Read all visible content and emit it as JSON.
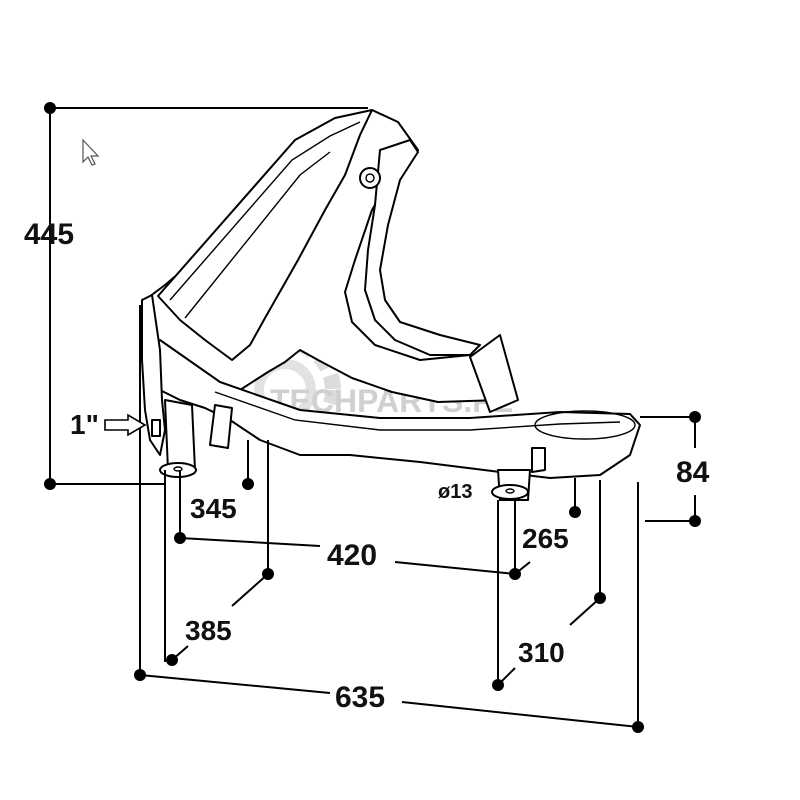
{
  "dimensions": {
    "height_445": "445",
    "inlet": "1\"",
    "d345": "345",
    "d420": "420",
    "d385": "385",
    "d265": "265",
    "d310": "310",
    "d635": "635",
    "d84": "84",
    "hole": "ø13"
  },
  "watermark": "TECHPARTS.PL",
  "colors": {
    "line": "#000000",
    "watermark": "#d0d0d0"
  }
}
